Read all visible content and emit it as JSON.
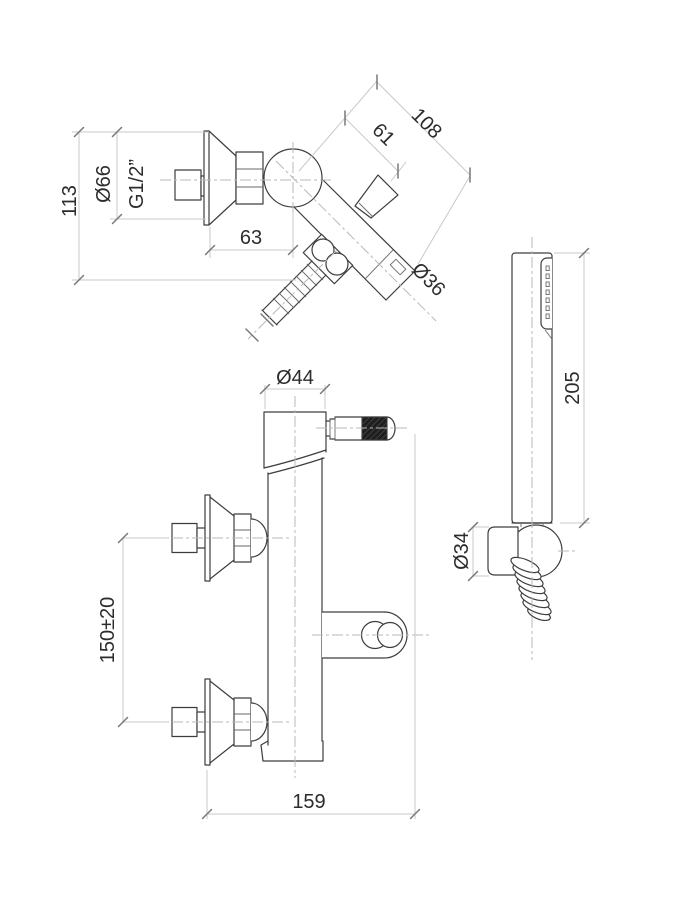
{
  "labels": {
    "top_view": {
      "wall_height": "113",
      "flange_diameter": "Ø66",
      "thread_size": "G1/2”",
      "wall_to_ball_center": "63",
      "ball_to_diverter": "61",
      "body_length": "108",
      "spout_diameter": "Ø36"
    },
    "front_view": {
      "body_diameter": "Ø44",
      "inlet_centers": "150±20",
      "total_depth": "159"
    },
    "hand_shower": {
      "handset_length": "205",
      "holder_diameter": "Ø34"
    }
  },
  "colors": {
    "outline": "#3d3d3d",
    "dimension_line": "#c9c9c9",
    "centerline": "#b9b9b9",
    "text": "#2c2c2c",
    "knurl": "#1f1f1f",
    "background": "#ffffff"
  }
}
